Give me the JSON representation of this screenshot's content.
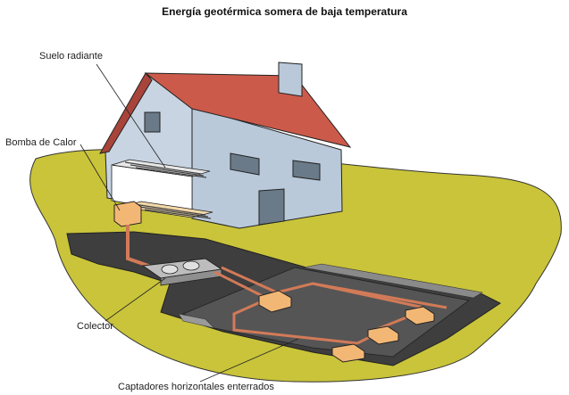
{
  "title": "Energía geotérmica somera de baja temperatura",
  "labels": {
    "suelo_radiante": "Suelo radiante",
    "bomba_de_calor": "Bomba de Calor",
    "colector": "Colector",
    "captadores": "Captadores horizontales enterrados"
  },
  "colors": {
    "grass": "#c9c43a",
    "roof": "#cc5a4a",
    "wall": "#b9c9da",
    "trench": "#3e3e3e",
    "pipe": "#d27a58",
    "box": "#f3b775",
    "collector": "#bdbdbd"
  }
}
